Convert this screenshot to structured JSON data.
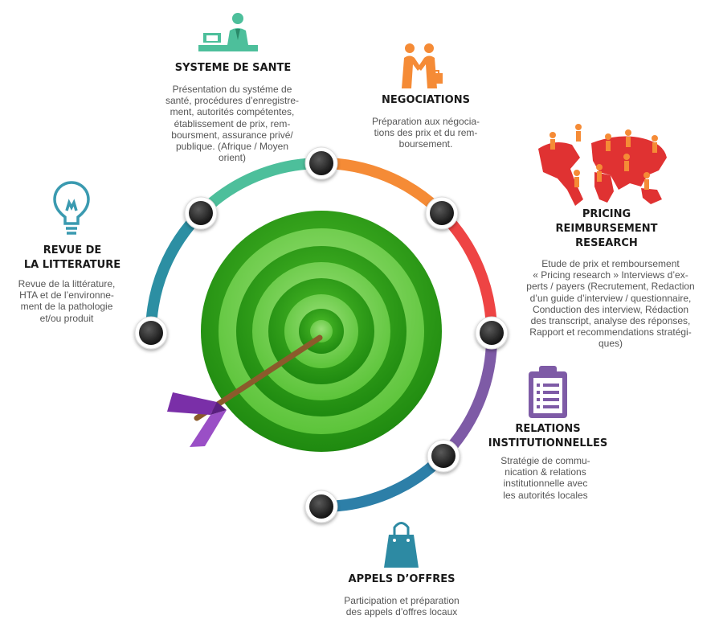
{
  "colors": {
    "teal_green": "#4dbf9b",
    "orange": "#f58b36",
    "red": "#ee4444",
    "purple": "#7e5ba6",
    "teal_blue": "#2c8fa3",
    "dark_blue": "#2d7fa8",
    "target_green_dark": "#2e9a18",
    "target_green_light": "#7fd35a",
    "arrow_purple": "#7a2fa8",
    "arrow_shaft": "#8b5a2b",
    "node_dark": "#2b2b2b"
  },
  "sections": {
    "systeme": {
      "icon": "doctor-desk-icon",
      "title": "SYSTEME DE SANTE",
      "desc": "Présentation du systéme de\nsanté, procédures d’enregistre-\nment, autorités compétentes,\nétablissement de prix, rem-\nboursment, assurance privé/\npublique. (Afrique / Moyen\norient)"
    },
    "negociations": {
      "icon": "handshake-icon",
      "title": "NEGOCIATIONS",
      "desc": "Préparation aux négocia-\ntions des prix et du rem-\nboursement."
    },
    "pricing": {
      "icon": "world-map-people-icon",
      "title": "PRICING\nREIMBURSEMENT\nRESEARCH",
      "desc": "Etude de prix et remboursement\n« Pricing research » Interviews d’ex-\nperts / payers (Recrutement, Redaction\nd’un guide d’interview / questionnaire,\nConduction des interview, Rédaction\ndes transcript, analyse des réponses,\nRapport et recommendations stratégi-\nques)"
    },
    "relations": {
      "icon": "clipboard-icon",
      "title": "RELATIONS\nINSTITUTIONNELLES",
      "desc": "Stratégie de commu-\nnication & relations\ninstitutionnelle  avec\nles autorités locales"
    },
    "appels": {
      "icon": "shopping-bag-icon",
      "title": "APPELS D’OFFRES",
      "desc": "Participation  et préparation\ndes appels d’offres locaux"
    },
    "revue": {
      "icon": "lightbulb-icon",
      "title": "REVUE DE\nLA LITTERATURE",
      "desc": "Revue de la littérature,\nHTA et de l’environne-\nment de la pathologie\net/ou produit"
    }
  }
}
